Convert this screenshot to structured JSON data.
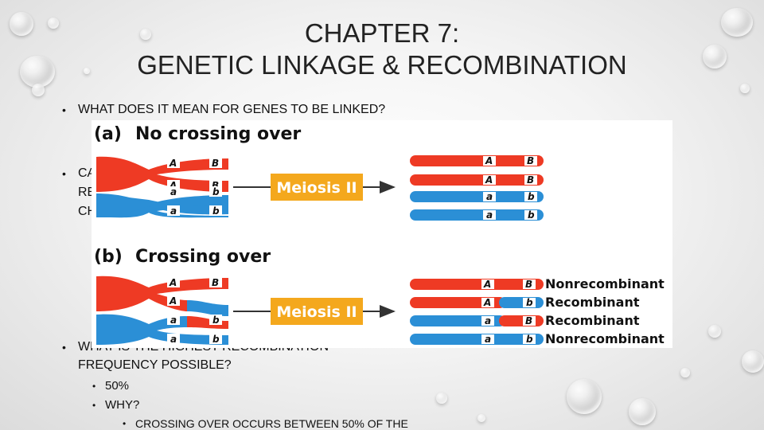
{
  "slide": {
    "title_line1": "CHAPTER 7:",
    "title_line2": "GENETIC LINKAGE & RECOMBINATION",
    "bullets": [
      {
        "text": "WHAT DOES IT MEAN FOR GENES TO BE LINKED?"
      },
      {
        "line1": "CA",
        "line2": "RE",
        "line3": "CH"
      },
      {
        "line1": "WHAT IS THE HIGHEST RECOMBINATION",
        "line2": "FREQUENCY POSSIBLE?"
      }
    ],
    "sub_bullets": [
      "50%",
      "WHY?"
    ],
    "sub_sub_bullet": "CROSSING OVER OCCURS BETWEEN 50% OF THE"
  },
  "figure": {
    "panel_a": {
      "letter": "(a)",
      "title": "No crossing over"
    },
    "panel_b": {
      "letter": "(b)",
      "title": "Crossing over"
    },
    "process_label": "Meiosis II",
    "allele_A": "A",
    "allele_B": "B",
    "allele_a": "a",
    "allele_b": "b",
    "outcomes": [
      "Nonrecombinant",
      "Recombinant",
      "Recombinant",
      "Nonrecombinant"
    ],
    "colors": {
      "red": "#ee3a24",
      "blue": "#2b8fd6",
      "label_box": "#f4a81d",
      "arrow": "#333333"
    }
  }
}
